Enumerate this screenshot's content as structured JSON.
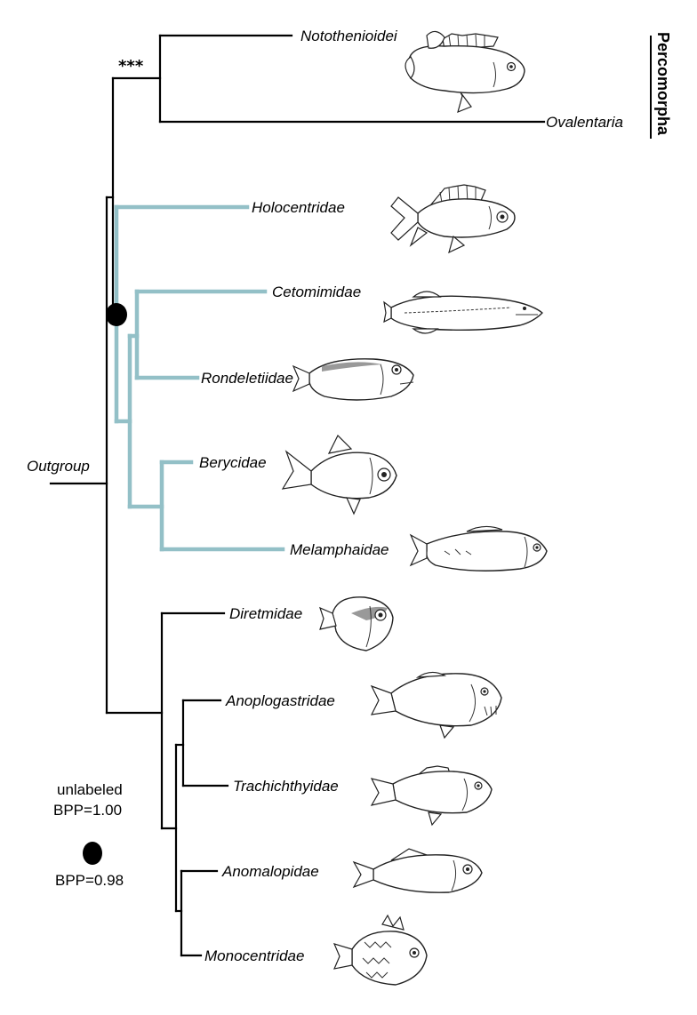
{
  "taxa": {
    "notothenioidei": "Notothenioidei",
    "ovalentaria": "Ovalentaria",
    "holocentridae": "Holocentridae",
    "cetomimidae": "Cetomimidae",
    "rondeletiidae": "Rondeletiidae",
    "berycidae": "Berycidae",
    "melamphaidae": "Melamphaidae",
    "diretmidae": "Diretmidae",
    "anoplogastridae": "Anoplogastridae",
    "trachichthyidae": "Trachichthyidae",
    "anomalopidae": "Anomalopidae",
    "monocentridae": "Monocentridae",
    "outgroup": "Outgroup"
  },
  "group_label": "Percomorpha",
  "support": {
    "stars": "***",
    "unlabeled_line1": "unlabeled",
    "unlabeled_line2": "BPP=1.00",
    "dot_label": "BPP=0.98"
  },
  "colors": {
    "highlight_clade": "#93c0c7",
    "branches": "#000000"
  },
  "icons": [
    "fish-illustration"
  ]
}
